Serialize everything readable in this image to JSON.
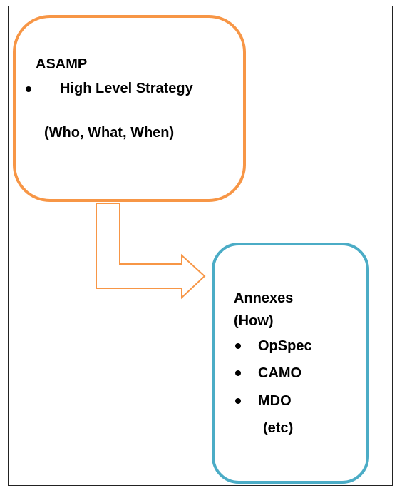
{
  "colors": {
    "strategy_box_border": "#F79646",
    "annex_box_border": "#4BACC6",
    "arrow_stroke": "#F79646",
    "text": "#000000"
  },
  "strategy_box": {
    "title": "ASAMP",
    "bullets": [
      "High Level Strategy"
    ],
    "note": "(Who, What, When)"
  },
  "connector": {
    "icon": "right-bent-arrow-icon"
  },
  "annex_box": {
    "title": "Annexes",
    "subtitle": "(How)",
    "bullets": [
      "OpSpec",
      "CAMO",
      "MDO"
    ],
    "note": "(etc)"
  }
}
